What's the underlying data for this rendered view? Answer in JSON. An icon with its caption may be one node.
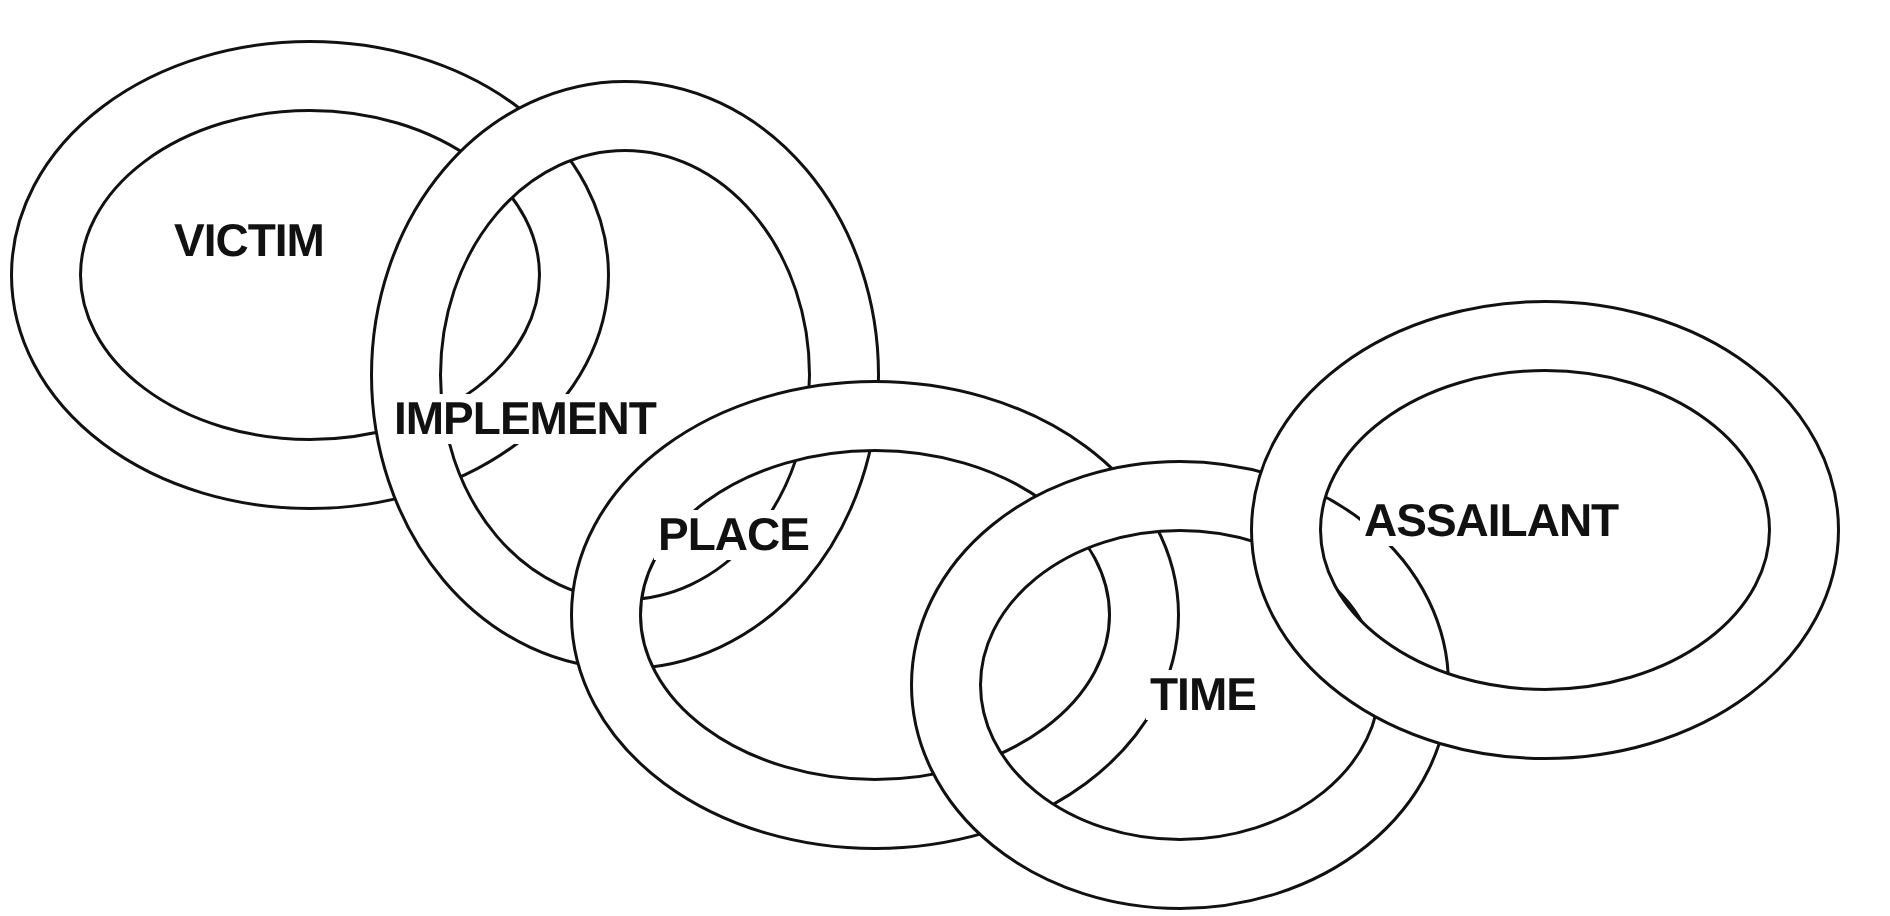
{
  "diagram": {
    "nodes": [
      {
        "text": [
          "VICTIM"
        ]
      },
      {
        "text": [
          "IMPLEMENT"
        ]
      },
      {
        "text": [
          "PLACE"
        ]
      },
      {
        "text": [
          "TIME"
        ]
      },
      {
        "text": [
          "ASSAILANT"
        ]
      }
    ]
  }
}
